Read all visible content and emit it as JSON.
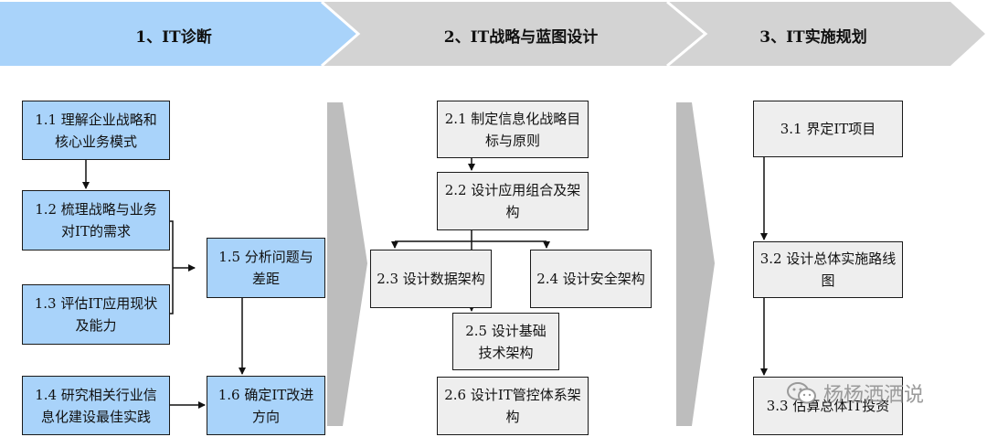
{
  "header": {
    "phase1": "1、IT诊断",
    "phase2": "2、IT战略与蓝图设计",
    "phase3": "3、IT实施规划"
  },
  "phase1_steps": {
    "s1_1": "1.1 理解企业战略和核心业务模式",
    "s1_2": "1.2 梳理战略与业务对IT的需求",
    "s1_3": "1.3 评估IT应用现状及能力",
    "s1_4": "1.4 研究相关行业信息化建设最佳实践",
    "s1_5": "1.5 分析问题与差距",
    "s1_6": "1.6 确定IT改进方向"
  },
  "phase2_steps": {
    "s2_1": "2.1 制定信息化战略目标与原则",
    "s2_2": "2.2 设计应用组合及架构",
    "s2_3": "2.3 设计数据架构",
    "s2_4": "2.4 设计安全架构",
    "s2_5": "2.5 设计基础技术架构",
    "s2_6": "2.6 设计IT管控体系架构"
  },
  "phase3_steps": {
    "s3_1": "3.1 界定IT项目",
    "s3_2": "3.2 设计总体实施路线图",
    "s3_3": "3.3 估算总体IT投资"
  },
  "watermark": {
    "text": "杨杨洒洒说",
    "icon": "wechat-icon"
  },
  "colors": {
    "phase_active": "#a9d3fa",
    "phase_inactive": "#d3d3d3",
    "box_active": "#a9d3fa",
    "box_inactive": "#eeeeee"
  }
}
